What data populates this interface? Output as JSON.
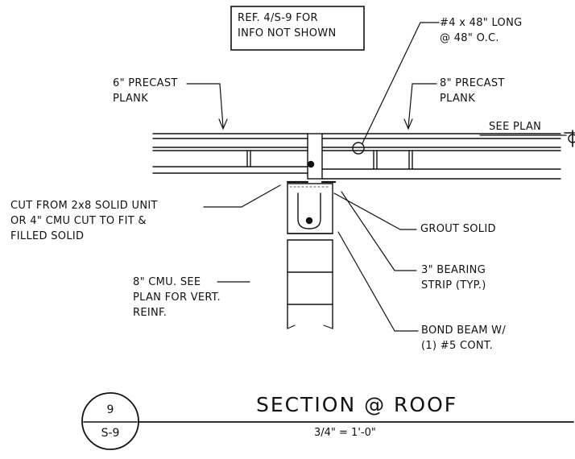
{
  "ref_box": {
    "line1": "REF. 4/S-9 FOR",
    "line2": "INFO NOT SHOWN"
  },
  "notes": {
    "rebar": {
      "line1": "#4 x 48\" LONG",
      "line2": "@ 48\" O.C."
    },
    "plank_6": {
      "line1": "6\" PRECAST",
      "line2": "PLANK"
    },
    "plank_8": {
      "line1": "8\" PRECAST",
      "line2": "PLANK"
    },
    "see_plan": "SEE PLAN",
    "cut_from": {
      "line1": "CUT FROM 2x8 SOLID UNIT",
      "line2": "OR 4\" CMU CUT TO FIT &",
      "line3": "FILLED SOLID"
    },
    "grout": "GROUT SOLID",
    "bearing": {
      "line1": "3\" BEARING",
      "line2": "STRIP (TYP.)"
    },
    "cmu": {
      "line1": "8\" CMU. SEE",
      "line2": "PLAN FOR VERT.",
      "line3": "REINF."
    },
    "bond_beam": {
      "line1": "BOND BEAM W/",
      "line2": "(1) #5 CONT."
    }
  },
  "title_block": {
    "title": "SECTION @ ROOF",
    "scale": "3/4\" = 1'-0\"",
    "detail_number": "9",
    "sheet_number": "S-9"
  },
  "colors": {
    "ink": "#111111",
    "paper": "#ffffff"
  }
}
